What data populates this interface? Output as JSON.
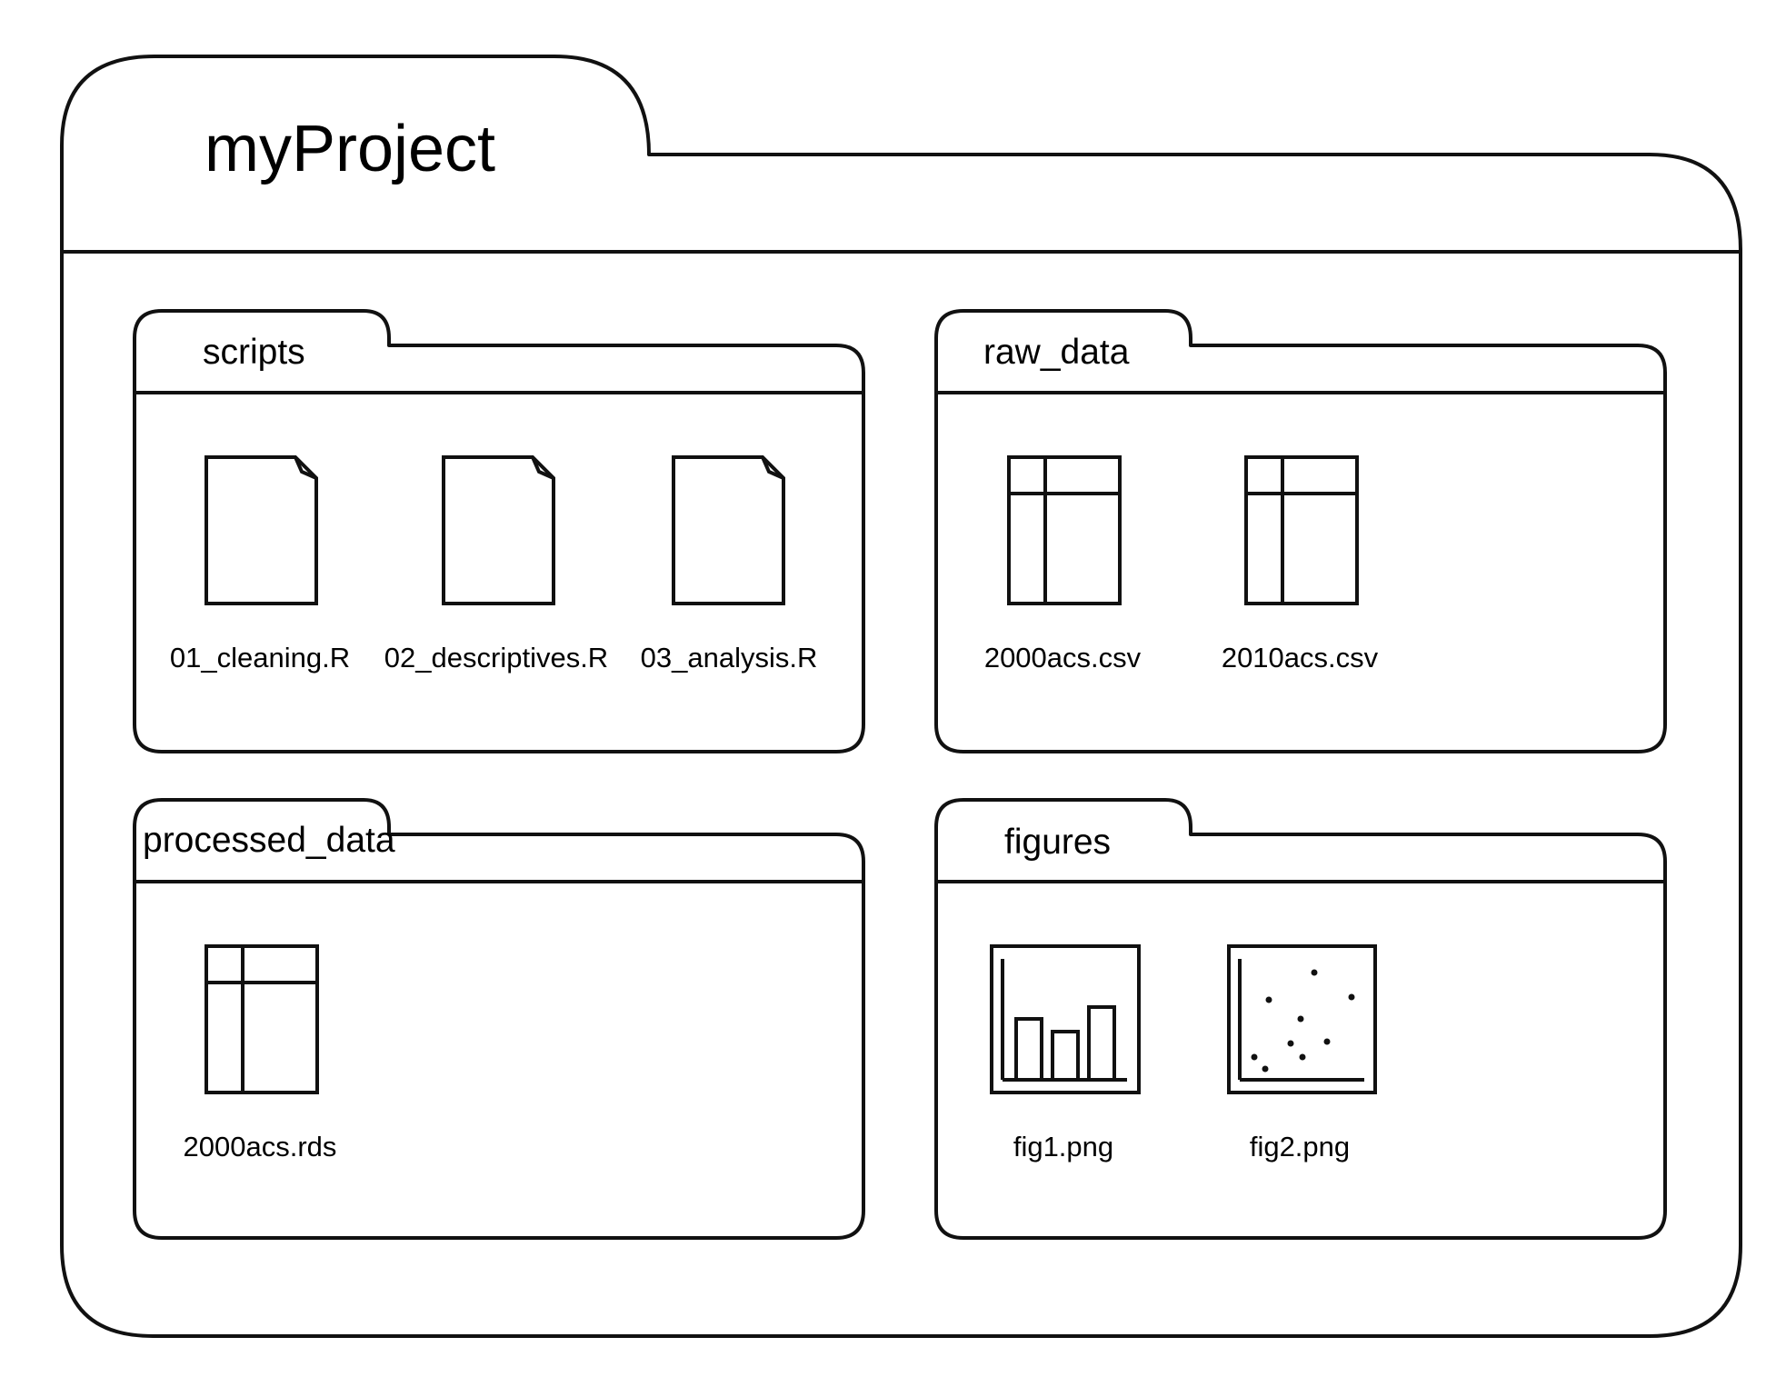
{
  "project": {
    "title": "myProject"
  },
  "folders": [
    {
      "label": "scripts",
      "files": [
        {
          "name": "01_cleaning.R",
          "icon": "document-icon"
        },
        {
          "name": "02_descriptives.R",
          "icon": "document-icon"
        },
        {
          "name": "03_analysis.R",
          "icon": "document-icon"
        }
      ]
    },
    {
      "label": "raw_data",
      "files": [
        {
          "name": "2000acs.csv",
          "icon": "spreadsheet-icon"
        },
        {
          "name": "2010acs.csv",
          "icon": "spreadsheet-icon"
        }
      ]
    },
    {
      "label": "processed_data",
      "files": [
        {
          "name": "2000acs.rds",
          "icon": "spreadsheet-icon"
        }
      ]
    },
    {
      "label": "figures",
      "files": [
        {
          "name": "fig1.png",
          "icon": "bar-chart-icon"
        },
        {
          "name": "fig2.png",
          "icon": "scatter-plot-icon"
        }
      ]
    }
  ],
  "colors": {
    "stroke": "#111111",
    "background": "#ffffff"
  }
}
